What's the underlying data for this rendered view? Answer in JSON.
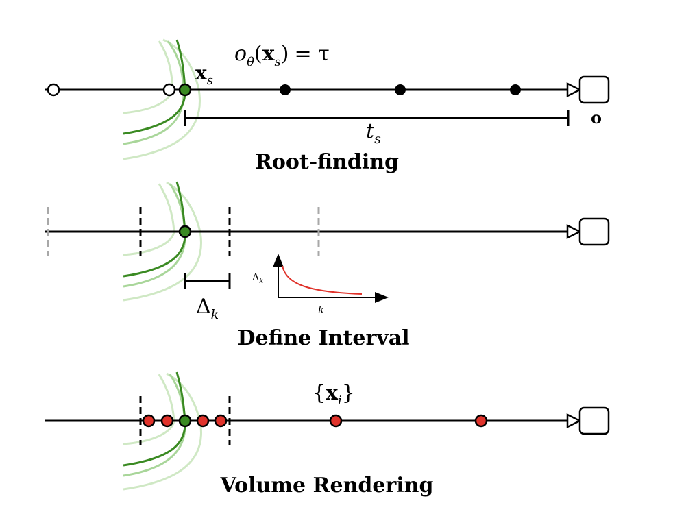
{
  "colors": {
    "ray": "#000000",
    "surface": "#3a8a22",
    "surface_light": "#cfe8c4",
    "surface_mid": "#a9d69a",
    "sample": "#e0332b",
    "dashed_gray": "#a8a8a8"
  },
  "panel1": {
    "equation": {
      "o": "o",
      "theta": "θ",
      "open": "(",
      "x": "x",
      "s": "s",
      "close": ")",
      "eq": "= τ"
    },
    "point_label": {
      "x": "x",
      "s": "s"
    },
    "distance_label": {
      "t": "t",
      "s": "s"
    },
    "origin_label": "o",
    "title": "Root-finding"
  },
  "panel2": {
    "interval_label": {
      "delta": "Δ",
      "k": "k"
    },
    "inset": {
      "ylabel_delta": "Δ",
      "ylabel_k": "k",
      "xlabel": "k"
    },
    "title": "Define Interval"
  },
  "panel3": {
    "samples_label": {
      "open": "{",
      "x": "x",
      "i": "i",
      "close": "}"
    },
    "title": "Volume Rendering"
  },
  "icons": [
    "camera-icon"
  ]
}
